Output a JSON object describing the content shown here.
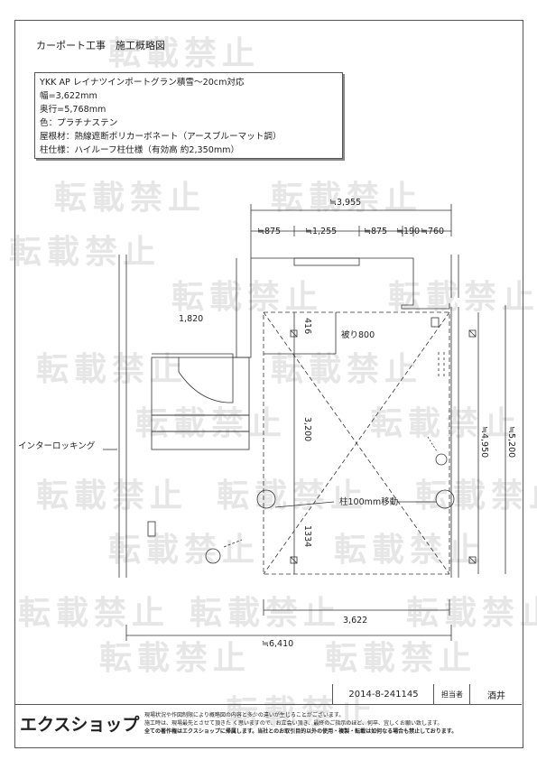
{
  "title": "カーポート工事　施工概略図",
  "spec": {
    "lines": [
      "YKK AP レイナツインポートグラン積雪～20cm対応",
      "幅=3,622mm",
      "奥行=5,768mm",
      "色：プラチナステン",
      "屋根材：熱線遮断ポリカーボネート（アースブルーマット調）",
      "柱仕様：ハイルーフ柱仕様（有効高 約2,350mm）"
    ]
  },
  "watermark": "転載禁止",
  "drawing": {
    "dim_top_total": "≒3,955",
    "dim_875_a": "≒875",
    "dim_1255": "≒1,255",
    "dim_875_b": "≒875",
    "dim_190": "≒190",
    "dim_760": "≒760",
    "dim_1820": "1,820",
    "dim_416": "416",
    "dim_3200": "3,200",
    "dim_1334": "1334",
    "dim_4950": "≒4,950",
    "dim_5200": "≒5,200",
    "dim_3622": "3,622",
    "dim_6410": "≒6,410",
    "label_yorii": "被り800",
    "label_post_move": "柱100mm移動",
    "label_interlocking": "インターロッキング"
  },
  "footer": {
    "doc_number": "2014-8-241145",
    "person_label": "担当者",
    "person_name": "酒井",
    "brand": "エクスショップ",
    "notes": [
      "現場状況や作図制限により概略図の内容と多少の違いが生じることがございます。",
      "施工時は、現場最先とさせて頂きた く思いますので、お立会い頂き、最終のご指示のほど、何卒、宜しくお願い致します。",
      "全ての著作権はエクスショップに帰属します。当社とのお取引目的以外の使用・複製・転載は如何なる場合も禁止しております。"
    ]
  }
}
